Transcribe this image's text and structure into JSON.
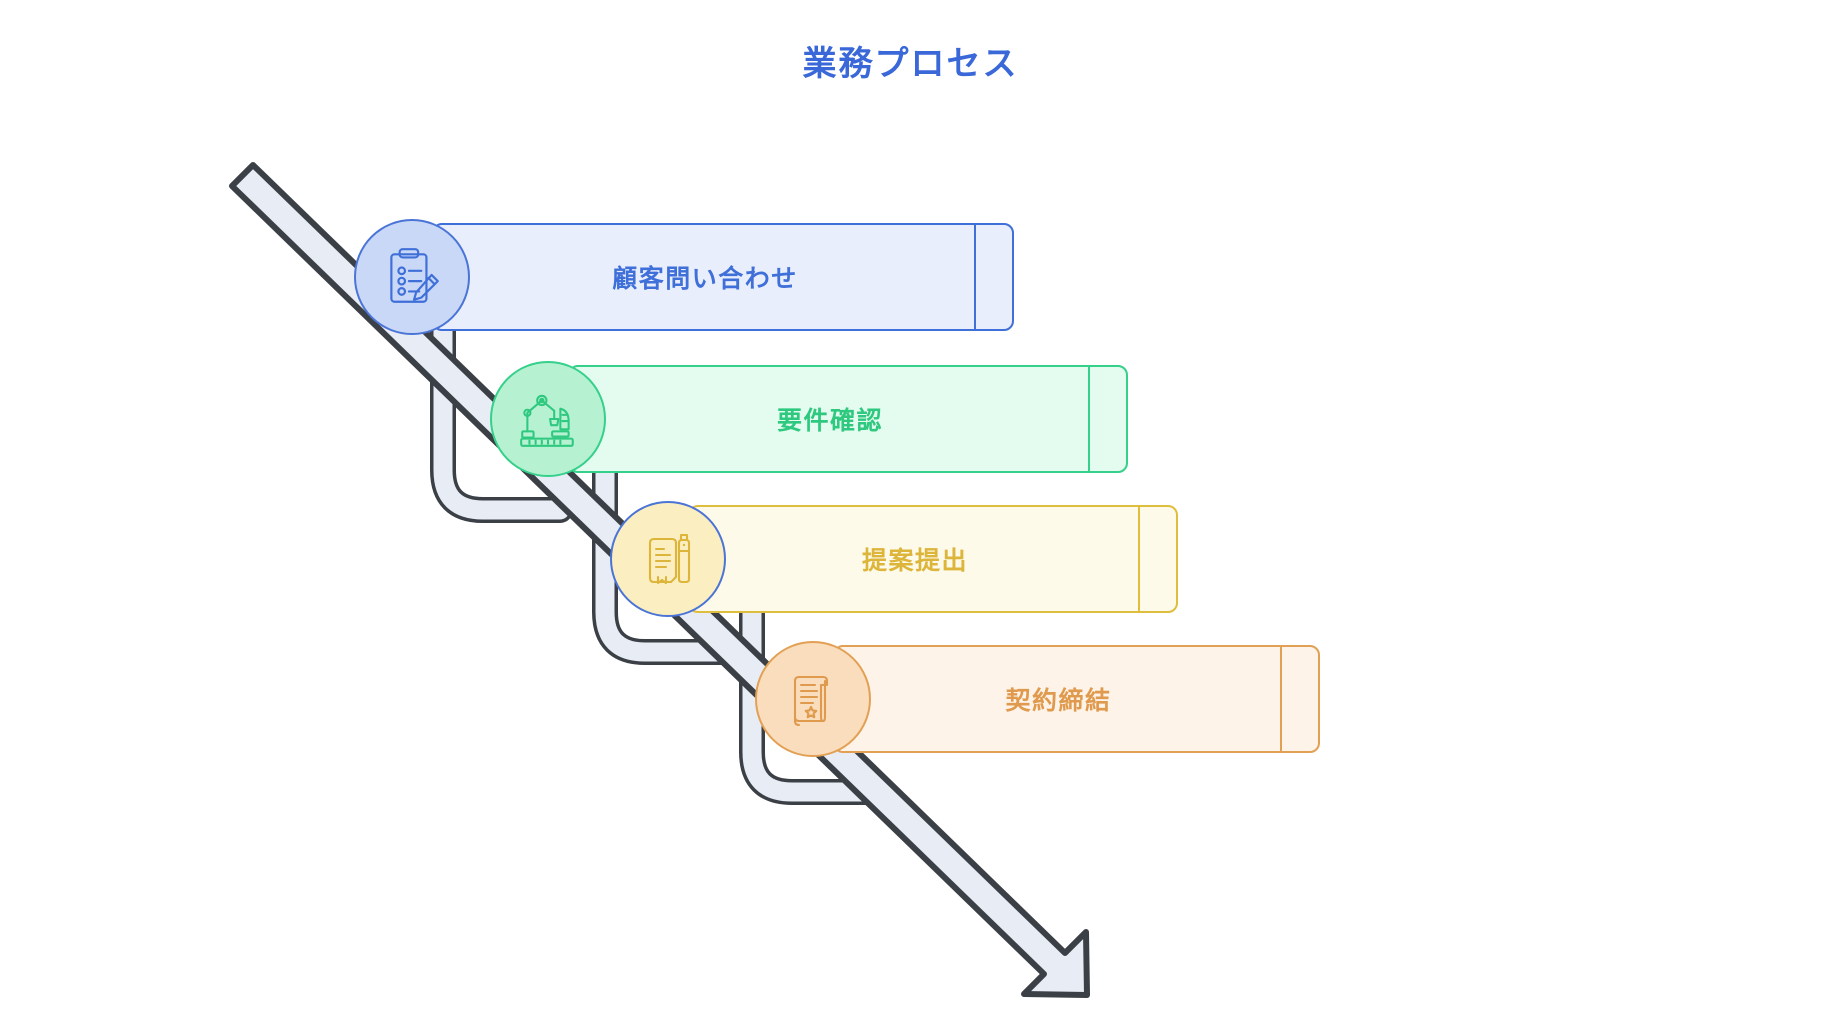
{
  "page": {
    "title": "業務プロセス",
    "title_color": "#3a68d8",
    "background": "#ffffff"
  },
  "diagram": {
    "type": "cascading-step-process",
    "direction": "top-left-to-bottom-right",
    "arrow": {
      "name": "process-flow-arrow",
      "fill": "#e8ecf4",
      "stroke": "#3b3f46"
    },
    "steps": [
      {
        "index": 1,
        "label": "顧客問い合わせ",
        "icon": "clipboard-checklist-pencil-icon",
        "accent": "#3f6fd8",
        "bar_fill": "#e8eefc",
        "badge_fill": "#c9d8f7",
        "badge_border": "#4a74d6"
      },
      {
        "index": 2,
        "label": "要件確認",
        "icon": "robot-arm-icon",
        "accent": "#35d08a",
        "bar_fill": "#e4fbef",
        "badge_fill": "#b6f1d2",
        "badge_border": "#35d08a"
      },
      {
        "index": 3,
        "label": "提案提出",
        "icon": "document-proposal-icon",
        "accent": "#dfbe3d",
        "bar_fill": "#fdfaea",
        "badge_fill": "#fbeec0",
        "badge_border": "#4a74d6"
      },
      {
        "index": 4,
        "label": "契約締結",
        "icon": "contract-scroll-seal-icon",
        "accent": "#e2a055",
        "bar_fill": "#fdf3e8",
        "badge_fill": "#f9ddbc",
        "badge_border": "#e2a055"
      }
    ]
  }
}
